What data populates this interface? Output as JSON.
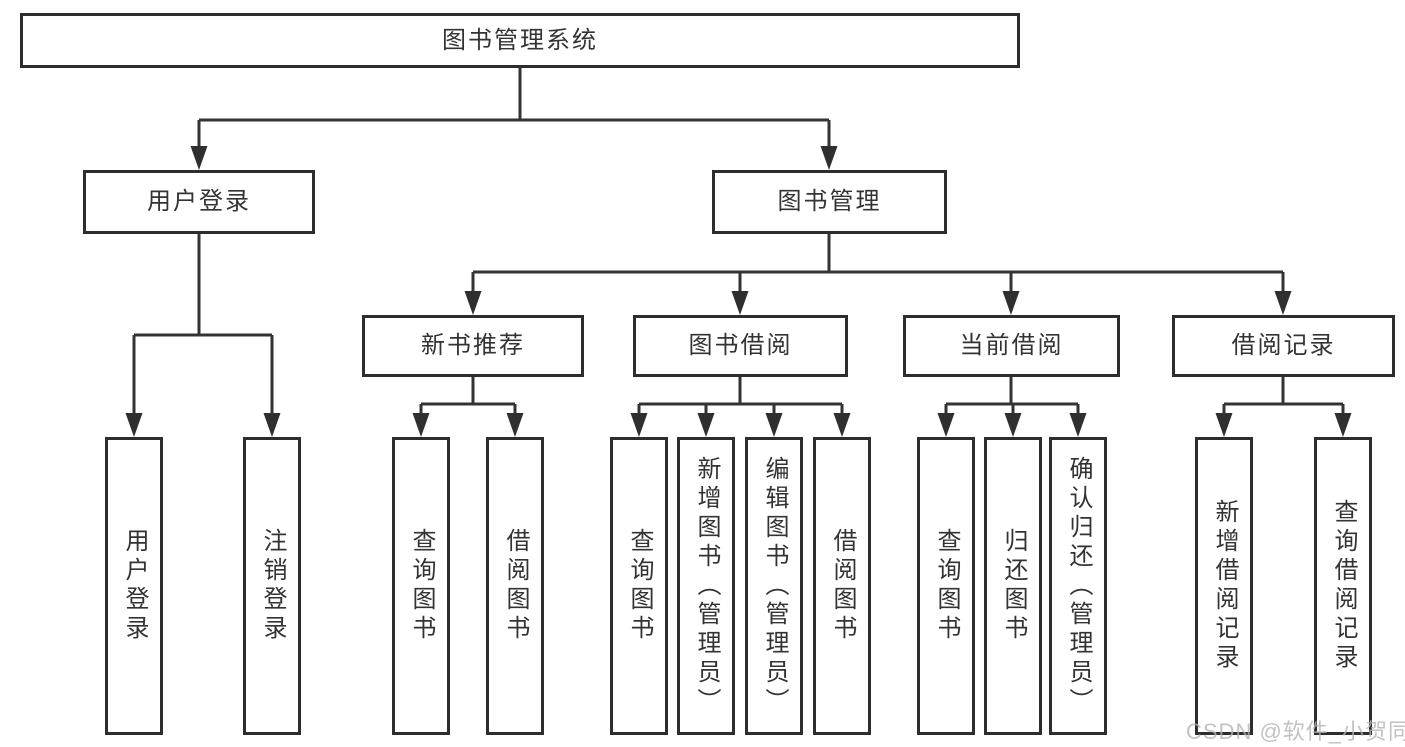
{
  "diagram": {
    "type": "hierarchy-diagram",
    "colors": {
      "background": "#ffffff",
      "box_border": "#2d2d2d",
      "line": "#333333",
      "text": "#333333",
      "watermark": "#b3b3b3"
    }
  },
  "tree": {
    "root": {
      "label": "图书管理系统",
      "children": [
        {
          "label": "用户登录",
          "children": [
            {
              "label": "用户登录"
            },
            {
              "label": "注销登录"
            }
          ]
        },
        {
          "label": "图书管理",
          "children": [
            {
              "label": "新书推荐",
              "children": [
                {
                  "label": "查询图书"
                },
                {
                  "label": "借阅图书"
                }
              ]
            },
            {
              "label": "图书借阅",
              "children": [
                {
                  "label": "查询图书"
                },
                {
                  "label": "新增图书（管理员）"
                },
                {
                  "label": "编辑图书（管理员）"
                },
                {
                  "label": "借阅图书"
                }
              ]
            },
            {
              "label": "当前借阅",
              "children": [
                {
                  "label": "查询图书"
                },
                {
                  "label": "归还图书"
                },
                {
                  "label": "确认归还（管理员）"
                }
              ]
            },
            {
              "label": "借阅记录",
              "children": [
                {
                  "label": "新增借阅记录"
                },
                {
                  "label": "查询借阅记录"
                }
              ]
            }
          ]
        }
      ]
    }
  },
  "watermark": {
    "text": "CSDN @软件_小贺同学"
  }
}
